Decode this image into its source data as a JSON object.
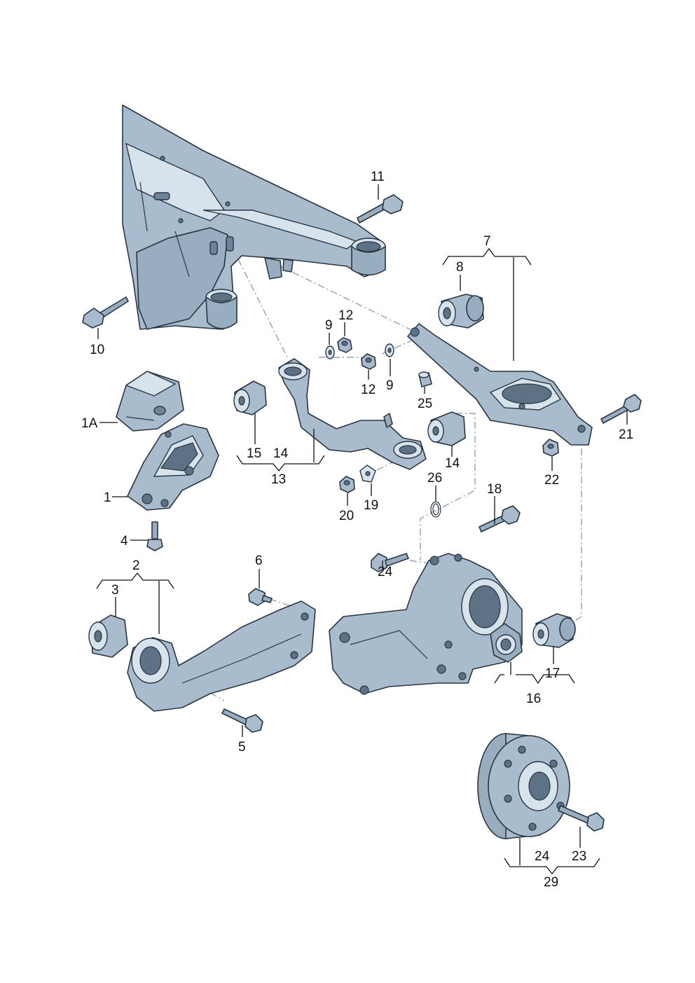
{
  "labels": {
    "l1": "1",
    "l1a": "1A",
    "l2": "2",
    "l3": "3",
    "l4": "4",
    "l5": "5",
    "l6": "6",
    "l7": "7",
    "l8": "8",
    "l9a": "9",
    "l9b": "9",
    "l10": "10",
    "l11": "11",
    "l12a": "12",
    "l12b": "12",
    "l13": "13",
    "l14a": "14",
    "l14b": "14",
    "l15": "15",
    "l16": "16",
    "l17": "17",
    "l18": "18",
    "l19": "19",
    "l20": "20",
    "l21": "21",
    "l22": "22",
    "l23": "23",
    "l24a": "24",
    "l24b": "24",
    "l25": "25",
    "l26": "26",
    "l29": "29"
  },
  "colors": {
    "metal": "#a9bccd",
    "metal_shadow": "#6d8397",
    "highlight": "#d6e2ec",
    "outline": "#2a3542",
    "dash_line": "#8ea2b4",
    "label": "#111111"
  }
}
